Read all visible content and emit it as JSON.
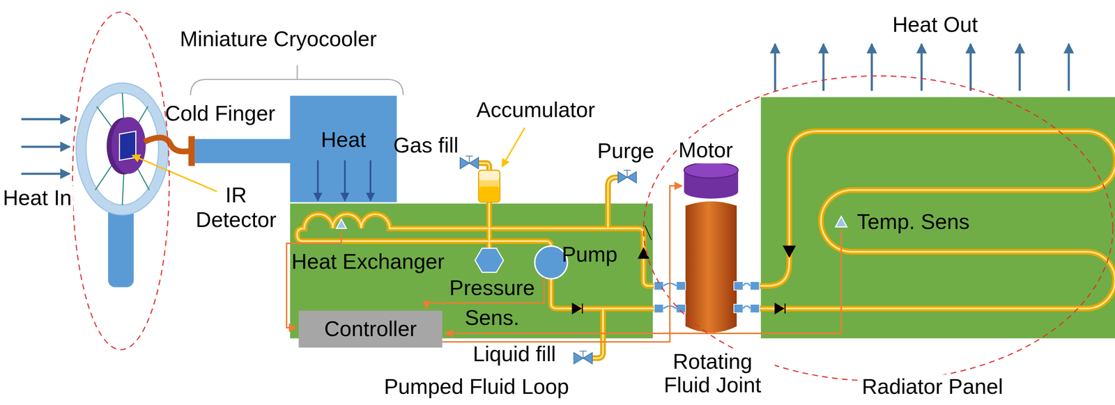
{
  "diagram": {
    "nodes": [
      {
        "text": [
          "Heat"
        ]
      },
      {
        "text": [
          "Pumped Fluid Loop"
        ]
      },
      {
        "text": [
          "Controller"
        ],
        "in": 1
      },
      {
        "text": [
          "Motor",
          "Rotating Fluid Joint"
        ]
      },
      {
        "text": [
          "Radiator Panel"
        ]
      }
    ],
    "edges": [
      {
        "from": 2,
        "to": 3,
        "arrow": "to"
      }
    ],
    "labels": [
      "Heat In",
      "Miniature Cryocooler",
      "Cold Finger",
      "IR Detector",
      "Accumulator",
      "Gas fill",
      "Purge",
      "Heat Exchanger",
      "Pressure Sens.",
      "Pump",
      "Liquid fill",
      "Heat Out",
      "Temp. Sens"
    ]
  }
}
